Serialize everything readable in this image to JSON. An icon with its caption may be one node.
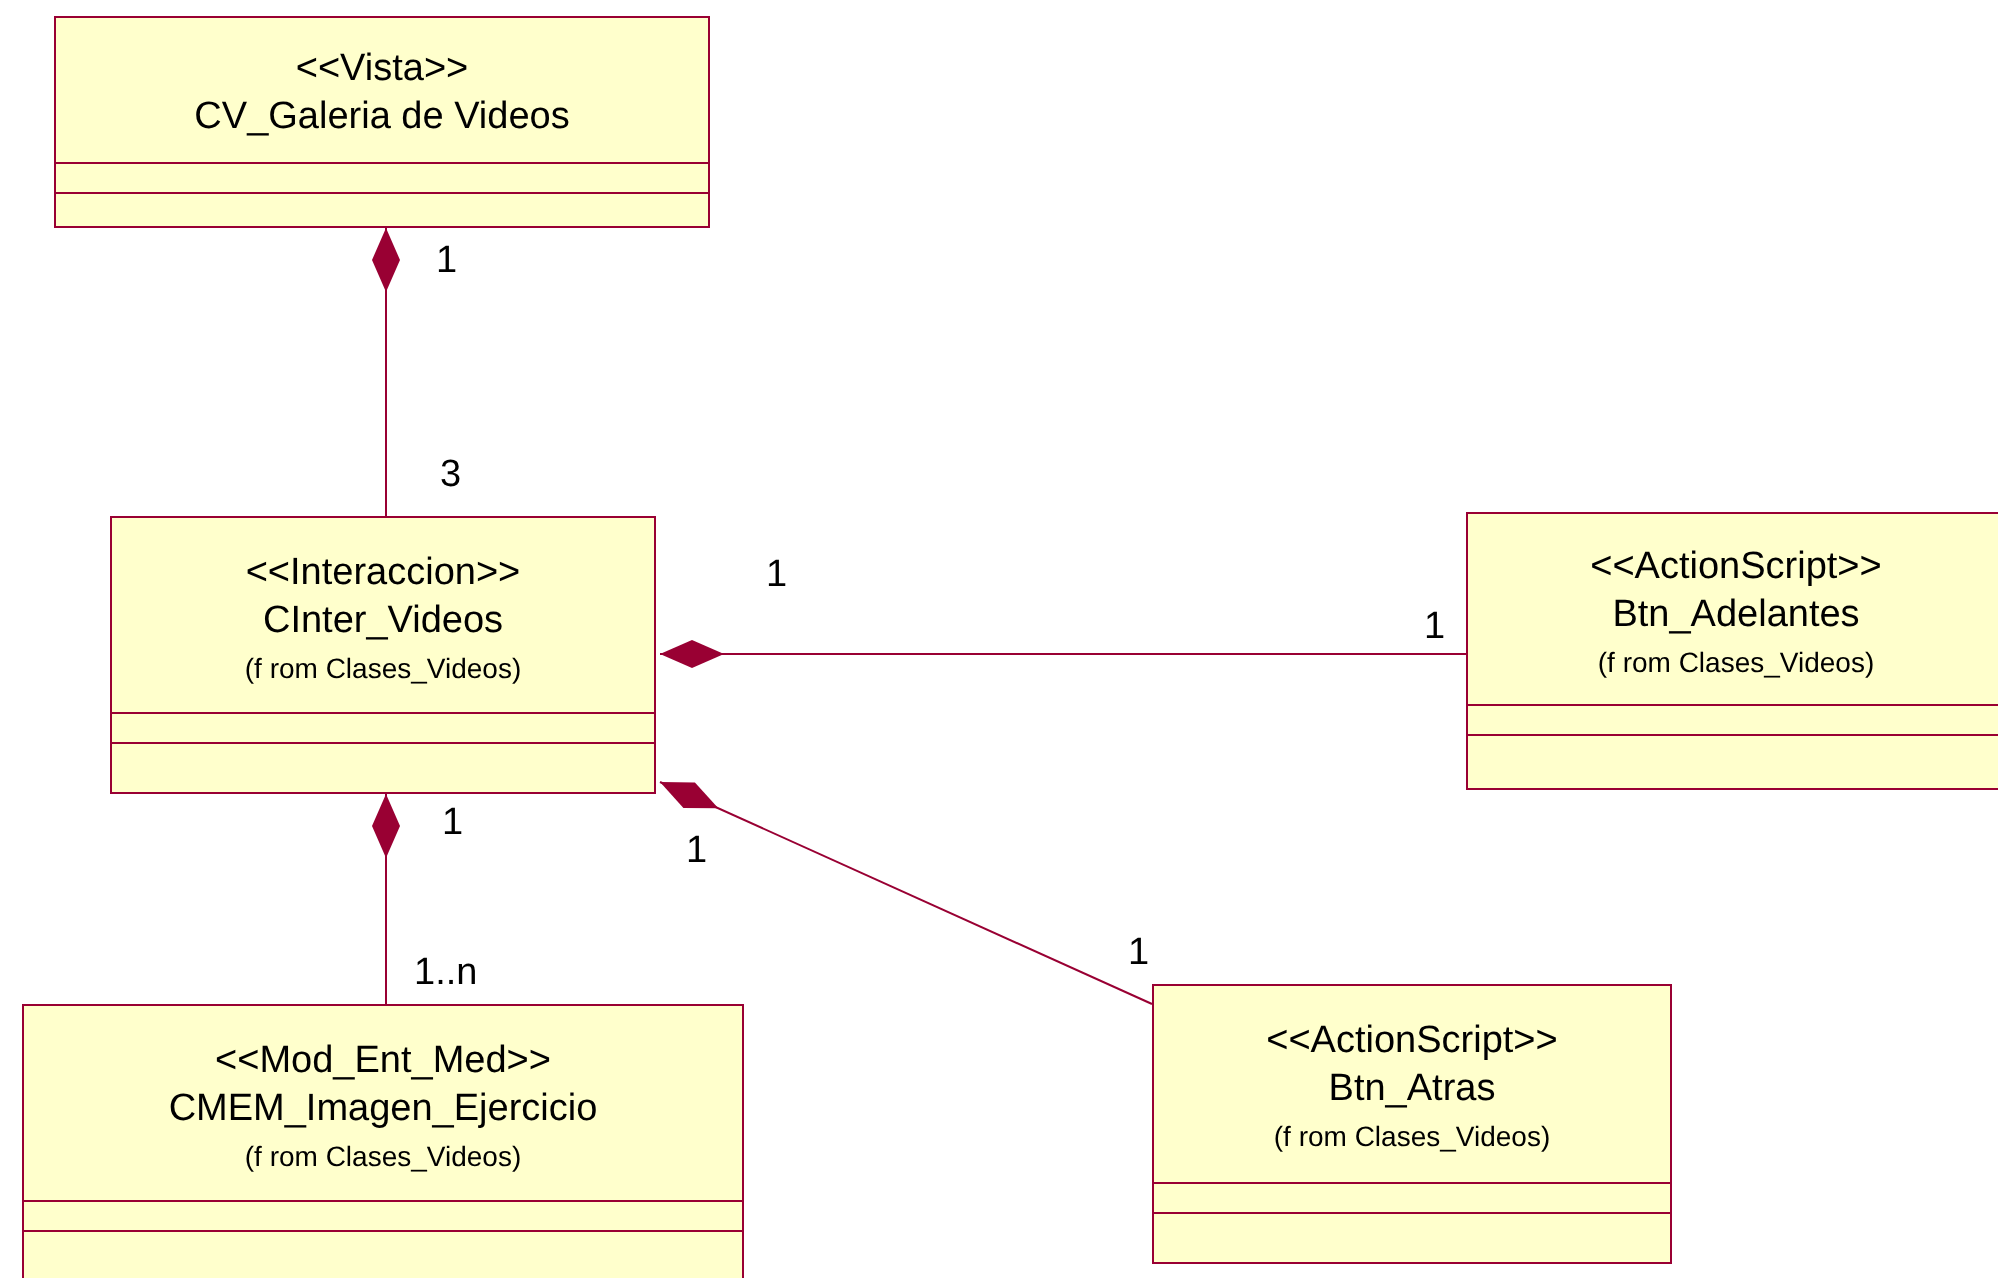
{
  "diagram": {
    "nodes": [
      {
        "text": [
          "<<Vista>>",
          "CV_Galeria de Videos"
        ]
      },
      {
        "text": [
          "<<Interaccion>>",
          "CInter_Videos",
          "(f rom Clases_Videos)"
        ]
      },
      {
        "text": [
          "<<ActionScript>>",
          "Btn_Adelantes",
          "(f rom Clases_Videos)"
        ]
      },
      {
        "text": [
          "<<Mod_Ent_Med>>",
          "CMEM_Imagen_Ejercicio",
          "(f rom Clases_Videos)"
        ]
      },
      {
        "text": [
          "<<ActionScript>>",
          "Btn_Atras",
          "(f rom Clases_Videos)"
        ]
      }
    ],
    "edges": [
      {
        "from": 0,
        "to": 1,
        "arrow": "other"
      },
      {
        "from": 1,
        "to": 2,
        "arrow": "other"
      },
      {
        "from": 1,
        "to": 3,
        "arrow": "other"
      },
      {
        "from": 1,
        "to": 4,
        "arrow": "other"
      }
    ],
    "labels": [
      "1",
      "3",
      "1",
      "1",
      "1",
      "1",
      "1",
      "1..n"
    ]
  }
}
